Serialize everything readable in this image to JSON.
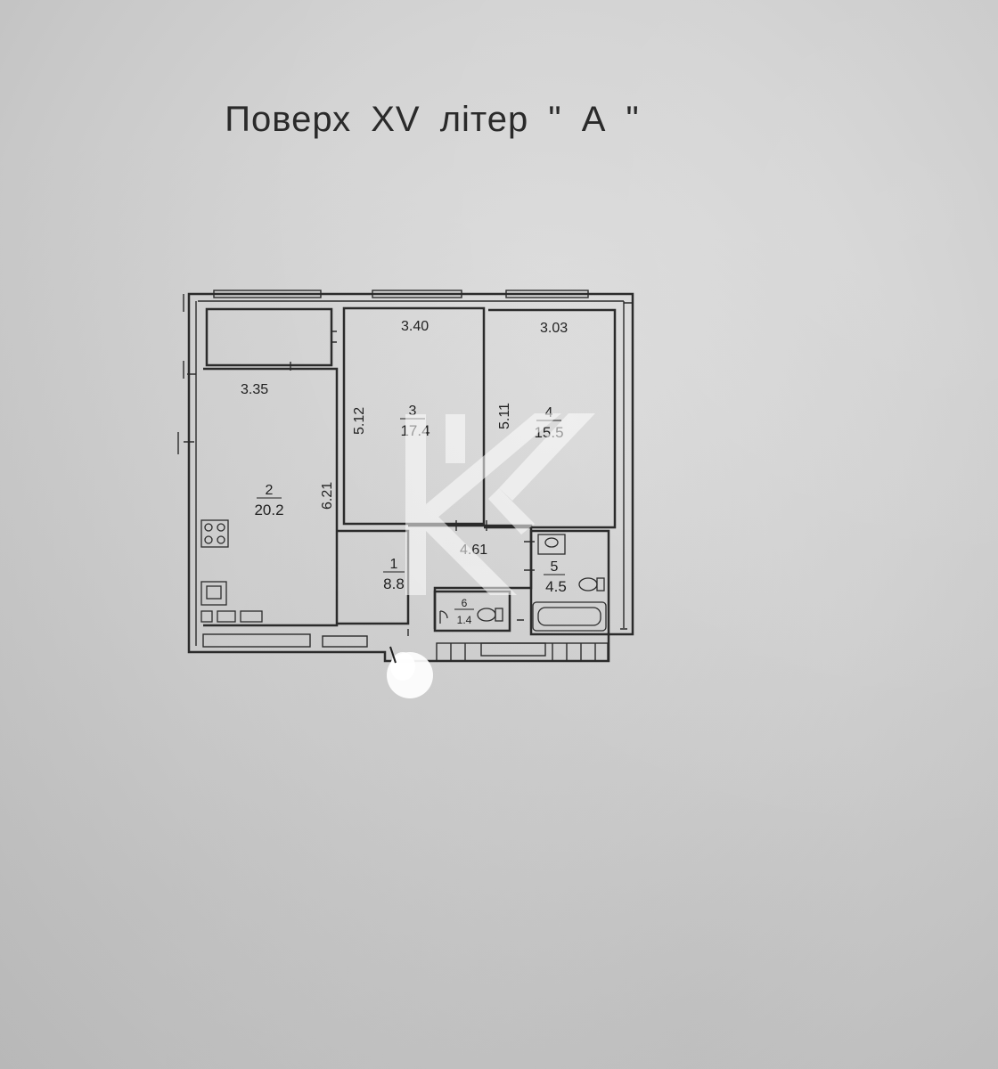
{
  "title": "Поверх  XV  літер \" А \"",
  "rooms": [
    {
      "id": "2",
      "number": "2",
      "area": "20.2"
    },
    {
      "id": "3",
      "number": "3",
      "area": "17.4"
    },
    {
      "id": "4",
      "number": "4",
      "area": "15.5"
    },
    {
      "id": "1",
      "number": "1",
      "area": "8.8"
    },
    {
      "id": "5",
      "number": "5",
      "area": "4.5"
    },
    {
      "id": "6",
      "number": "6",
      "area": "1.4"
    }
  ],
  "dimensions": {
    "room3_width": "3.40",
    "room4_width": "3.03",
    "room2_width": "3.35",
    "room3_length": "5.12",
    "room4_length": "5.11",
    "room2_length": "6.21",
    "corridor_length": "4.61"
  },
  "watermark": {
    "icon": "logo-k-icon",
    "color": "#ffffff"
  }
}
